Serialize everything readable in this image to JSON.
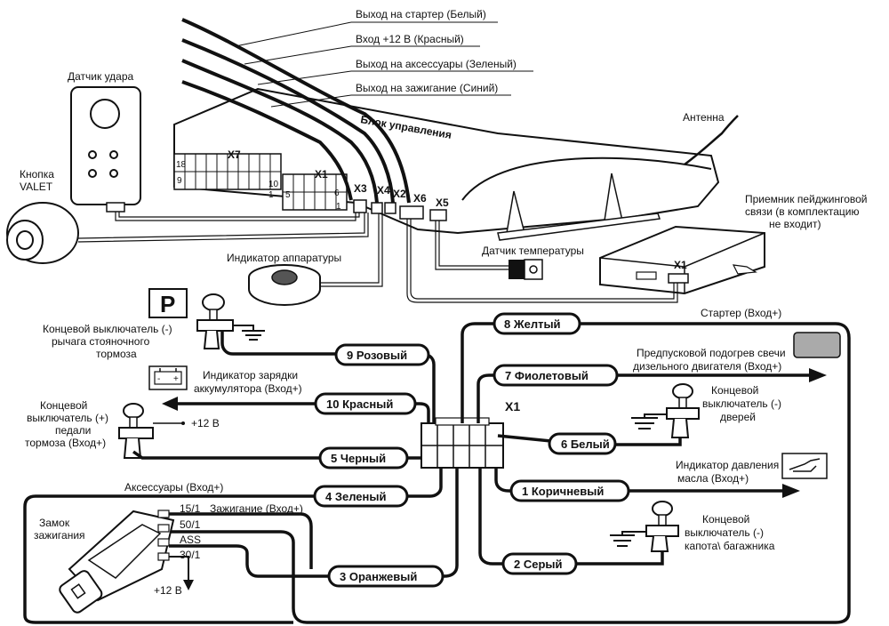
{
  "top_wires": {
    "starter": "Выход на стартер (Белый)",
    "plus12": "Вход +12 В (Красный)",
    "accessories": "Выход на аксессуары (Зеленый)",
    "ignition": "Выход на зажигание (Синий)"
  },
  "control_unit": {
    "title": "Блок управления",
    "antenna": "Антенна",
    "x7": "X7",
    "x1": "X1",
    "x3": "X3",
    "x4": "X4",
    "x2": "X2",
    "x6": "X6",
    "x5": "X5",
    "pin_18": "18",
    "pin_9": "9",
    "pin_10": "10",
    "pin_1a": "1",
    "pin_5": "5",
    "pin_6": "6",
    "pin_1b": "1"
  },
  "shock_sensor": "Датчик удара",
  "valet_line1": "Кнопка",
  "valet_line2": "VALET",
  "indicator": "Индикатор аппаратуры",
  "temp_sensor": "Датчик температуры",
  "pager": {
    "line1": "Приемник пейджинговой",
    "line2": "связи (в комплектацию",
    "line3": "не входит)",
    "x1": "X1"
  },
  "parking": {
    "sign": "P",
    "line1": "Концевой выключатель (-)",
    "line2": "рычага стояночного",
    "line3": "тормоза"
  },
  "battery": {
    "minus": "-",
    "plus": "+",
    "line1": "Индикатор зарядки",
    "line2": "аккумулятора (Вход+)"
  },
  "brake": {
    "line1": "Концевой",
    "line2": "выключатель (+)",
    "line3": "педали",
    "line4": "тормоза (Вход+)",
    "plus12": "+12 В"
  },
  "accessories_in": "Аксессуары (Вход+)",
  "starter_in": "Стартер (Вход+)",
  "preheat_line1": "Предпусковой подогрев свечи",
  "preheat_line2": "дизельного двигателя (Вход+)",
  "doors": {
    "line1": "Концевой",
    "line2": "выключатель (-)",
    "line3": "дверей"
  },
  "oil": {
    "line1": "Индикатор давления",
    "line2": "масла (Вход+)"
  },
  "hood": {
    "line1": "Концевой",
    "line2": "выключатель (-)",
    "line3": "капота\\ багажника"
  },
  "connector_x1": "X1",
  "wires": {
    "w8": "8 Желтый",
    "w9": "9 Розовый",
    "w7": "7 Фиолетовый",
    "w10": "10 Красный",
    "w6": "6 Белый",
    "w5": "5 Черный",
    "w1": "1 Коричневый",
    "w4": "4 Зеленый",
    "w3": "3 Оранжевый",
    "w2": "2 Серый"
  },
  "ignition_lock": {
    "line1": "Замок",
    "line2": "зажигания",
    "t151": "15/1",
    "ign": "Зажигание (Вход+)",
    "t501": "50/1",
    "ass": "ASS",
    "t301": "30/1",
    "plus12": "+12 В"
  }
}
